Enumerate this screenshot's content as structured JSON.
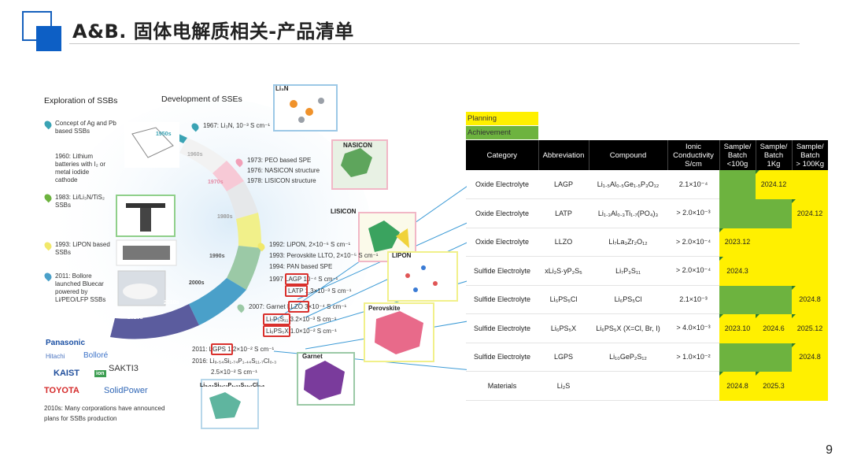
{
  "header": {
    "title": "A&B. 固体电解质相关-产品清单",
    "page_number": "9"
  },
  "figure": {
    "exploration_title": "Exploration of SSBs",
    "development_title": "Development of SSEs",
    "explore_items": [
      "Concept of Ag and Pb\nbased SSBs",
      "1960: Lithium\nbatteries with I₂ or\nmetal iodide\ncathode",
      "1983: Li/Li₃N/TiS₂\nSSBs",
      "1993: LiPON based\nSSBs",
      "2011: Bollore\nlaunched Bluecar\npowered by\nLi/PEO/LFP SSBs"
    ],
    "dev_items": [
      {
        "lines": [
          "1967: Li₃N, 10⁻³ S cm⁻¹"
        ]
      },
      {
        "lines": [
          "1973: PEO based SPE",
          "1976: NASICON structure",
          "1978: LISICON structure"
        ]
      },
      {
        "lines": [
          "1992: LiPON, 2×10⁻⁶ S cm⁻¹",
          "1993: Perovskite LLTO, 2×10⁻⁵ S cm⁻¹",
          "1994: PAN based SPE",
          "1997 LAGP 10⁻⁴ S cm⁻¹",
          "LATP 1.3×10⁻³ S cm⁻¹"
        ]
      },
      {
        "lines": [
          "2007: Garnet LLZO 3×10⁻⁴ S cm⁻¹",
          "Li₇P₃S₁₁ 3.2×10⁻³ S cm⁻¹",
          "Li₆PS₅X 1.0×10⁻² S cm⁻¹"
        ]
      },
      {
        "lines": [
          "2011: LGPS 1.2×10⁻² S cm⁻¹",
          "2016: Li₉.₅₄Si₁.₇₄P₁.₄₄S₁₁.₇Cl₀.₃",
          "2.5×10⁻² S cm⁻¹"
        ]
      }
    ],
    "eras": [
      "1950s",
      "1960s",
      "1970s",
      "1980s",
      "1990s",
      "2000s",
      "2010s",
      "2020s"
    ],
    "structure_labels": [
      "Li₃N",
      "NASICON",
      "LISICON",
      "LIPON",
      "Perovskite",
      "Garnet",
      "Li₉.₅₄Si₁.₇₄P₁.₄₄S₁₁.₇Cl₀.₃"
    ],
    "brands": [
      "Panasonic",
      "Hitachi",
      "Bolloré",
      "KAIST",
      "SAKTI3",
      "TOYOTA",
      "SolidPower",
      "ion"
    ],
    "note": "2010s: Many corporations have announced\nplans for SSBs production"
  },
  "legend": {
    "planning": "Planning",
    "achievement": "Achievement",
    "planning_color": "#fff000",
    "achievement_color": "#6db33f"
  },
  "table": {
    "headers": [
      "Category",
      "Abbreviation",
      "Compound",
      "Ionic\nConductivity\nS/cm",
      "Sample/\nBatch\n<100g",
      "Sample/\nBatch\n1Kg",
      "Sample/\nBatch\n> 100Kg"
    ],
    "rows": [
      {
        "category": "Oxide Electrolyte",
        "abbr": "LAGP",
        "compound": "Li₁.₅Al₀.₅Ge₁.₅P₃O₁₂",
        "cond": "2.1×10⁻⁴",
        "c1": "",
        "c2": "2024.12",
        "c3": ""
      },
      {
        "category": "Oxide Electrolyte",
        "abbr": "LATP",
        "compound": "Li₁.₃Al₀.₃Ti₁.₇(PO₄)₃",
        "cond": "> 2.0×10⁻³",
        "c1": "",
        "c2": "",
        "c3": "2024.12"
      },
      {
        "category": "Oxide Electrolyte",
        "abbr": "LLZO",
        "compound": "Li₇La₃Zr₂O₁₂",
        "cond": "> 2.0×10⁻⁴",
        "c1": "2023.12",
        "c2": "",
        "c3": ""
      },
      {
        "category": "Sulfide Electrolyte",
        "abbr": "xLi₂S·yP₂S₅",
        "compound": "Li₇P₃S₁₁",
        "cond": "> 2.0×10⁻⁴",
        "c1": "2024.3",
        "c2": "",
        "c3": ""
      },
      {
        "category": "Sulfide Electrolyte",
        "abbr": "Li₆PS₅Cl",
        "compound": "Li₆PS₅Cl",
        "cond": "2.1×10⁻³",
        "c1": "",
        "c2": "",
        "c3": "2024.8"
      },
      {
        "category": "Sulfide Electrolyte",
        "abbr": "Li₆PS₅X",
        "compound": "Li₆PS₅X (X=Cl, Br, I)",
        "cond": "> 4.0×10⁻³",
        "c1": "2023.10",
        "c2": "2024.6",
        "c3": "2025.12"
      },
      {
        "category": "Sulfide Electrolyte",
        "abbr": "LGPS",
        "compound": "Li₁₀GeP₂S₁₂",
        "cond": "> 1.0×10⁻²",
        "c1": "",
        "c2": "",
        "c3": "2024.8"
      },
      {
        "category": "Materials",
        "abbr": "Li₂S",
        "compound": "",
        "cond": "",
        "c1": "2024.8",
        "c2": "2025.3",
        "c3": ""
      }
    ]
  }
}
